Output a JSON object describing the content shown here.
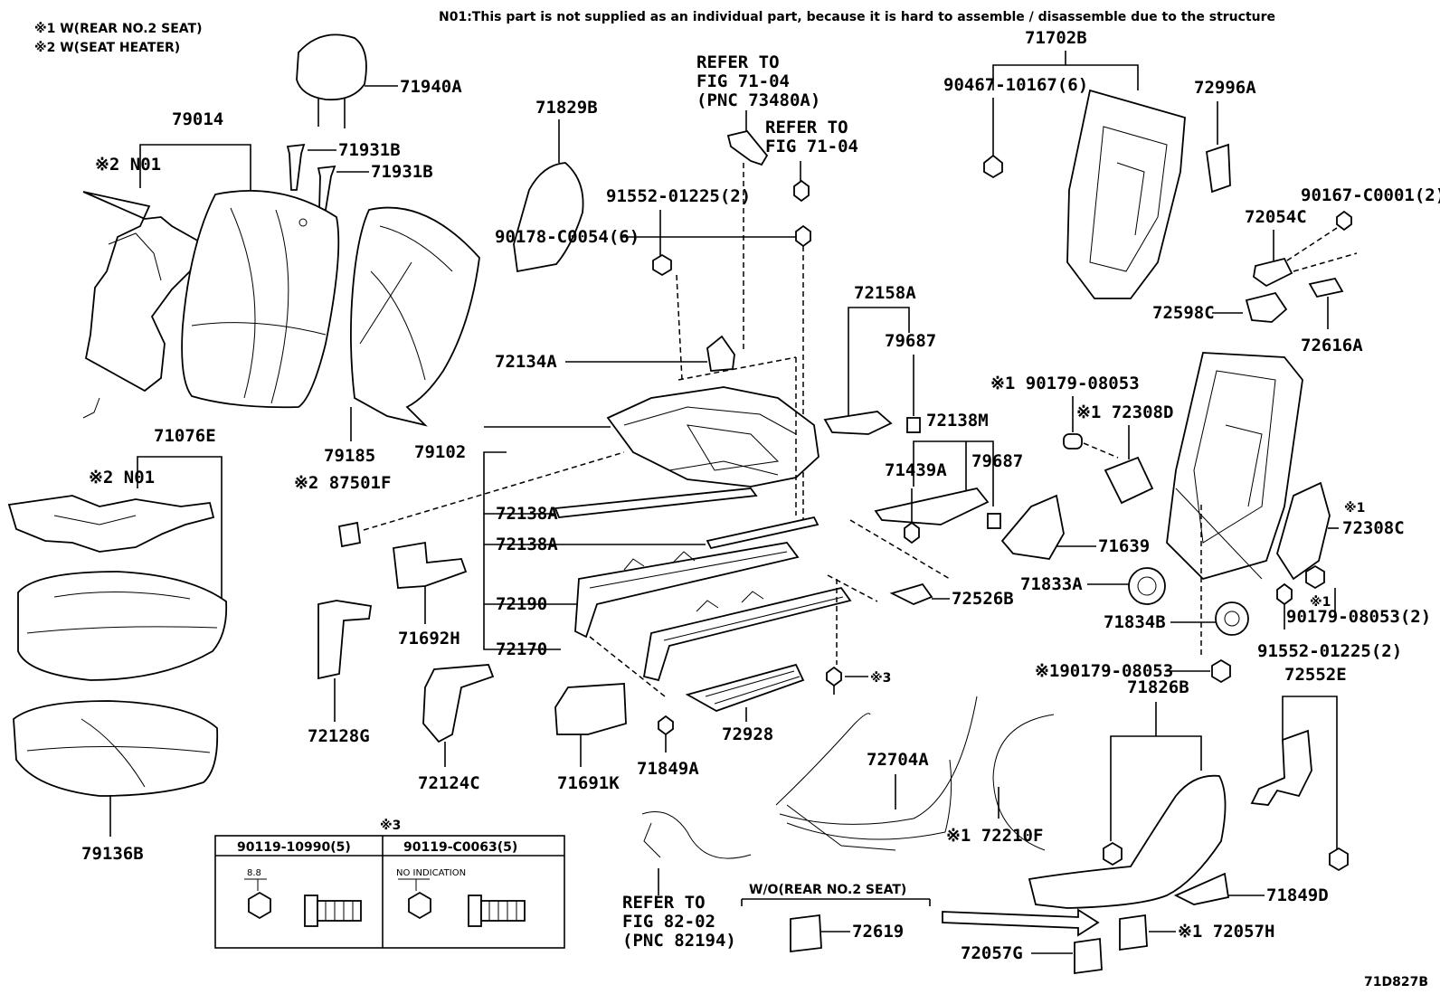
{
  "header": {
    "note_1": "※1 W(REAR NO.2 SEAT)",
    "note_2": "※2 W(SEAT HEATER)",
    "n01_note": "N01:This part is not supplied as an individual part, because it is hard to assemble / disassemble due to the structure"
  },
  "diagram_id": "71D827B",
  "refs": {
    "ref_71_04_pnc": [
      "REFER TO",
      "FIG 71-04",
      "(PNC 73480A)"
    ],
    "ref_71_04": [
      "REFER TO",
      "FIG 71-04"
    ],
    "ref_82_02": [
      "REFER TO",
      "FIG 82-02",
      "(PNC 82194)"
    ]
  },
  "labels": {
    "p71940A": "71940A",
    "p79014": "79014",
    "p71931B_1": "71931B",
    "p71931B_2": "71931B",
    "n01_a": "※2 N01",
    "p71829B": "71829B",
    "p91552_top": "91552-01225(2)",
    "p71702B": "71702B",
    "p90467": "90467-10167(6)",
    "p72996A": "72996A",
    "p90167": "90167-C0001(2)",
    "p72054C": "72054C",
    "p72598C": "72598C",
    "p72616A": "72616A",
    "p90178": "90178-C0054(6)",
    "p72158A": "72158A",
    "p72134A": "72134A",
    "p79687_1": "79687",
    "p72138M": "72138M",
    "p90179_a": "※1 90179-08053",
    "p72308D": "※1 72308D",
    "p79185": "79185",
    "p79102": "79102",
    "p71076E": "71076E",
    "n01_b": "※2 N01",
    "p87501F": "※2 87501F",
    "p71439A": "71439A",
    "p79687_2": "79687",
    "p72308C_mark": "※1",
    "p72308C": "72308C",
    "p72138A_1": "72138A",
    "p72138A_2": "72138A",
    "p71639": "71639",
    "p71833A": "71833A",
    "p72526B": "72526B",
    "p90179_b_mark": "※1",
    "p90179_b": "90179-08053(2)",
    "p72190": "72190",
    "p71692H": "71692H",
    "p71834B": "71834B",
    "p91552_bot": "91552-01225(2)",
    "p72170": "72170",
    "p90179_c": "※190179-08053",
    "p72552E": "72552E",
    "mark3": "※3",
    "p72128G": "72128G",
    "p72928": "72928",
    "p71826B": "71826B",
    "p72704A": "72704A",
    "p71849A": "71849A",
    "p72124C": "72124C",
    "p71691K": "71691K",
    "p72210F": "※1 72210F",
    "p79136B": "79136B",
    "p71849D": "71849D",
    "wo_rear": "W/O(REAR NO.2 SEAT)",
    "p72619": "72619",
    "p72057H": "※1 72057H",
    "p72057G": "72057G"
  },
  "bolt_table": {
    "title": "※3",
    "col1_head": "90119-10990(5)",
    "col2_head": "90119-C0063(5)",
    "col1_mark": "8.8",
    "col2_mark": "NO INDICATION"
  }
}
